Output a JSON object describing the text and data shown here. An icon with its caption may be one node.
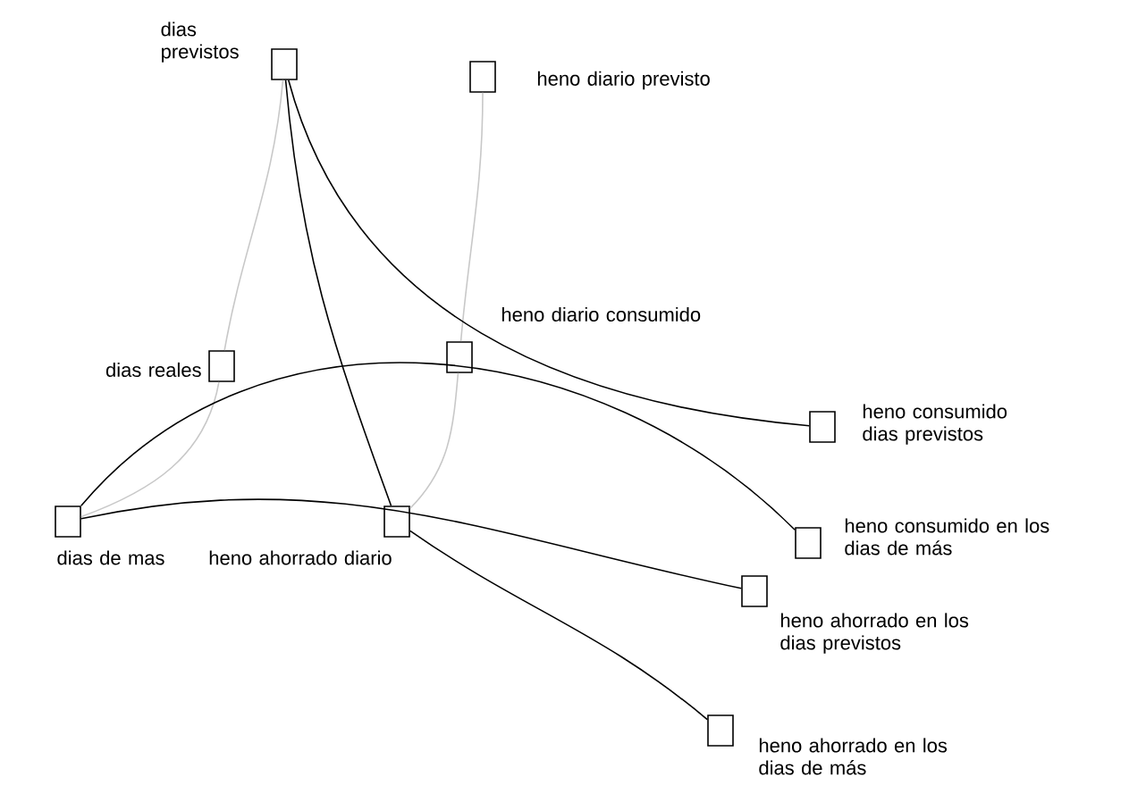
{
  "diagram": {
    "nodes": [
      {
        "text": [
          "dias previstos"
        ]
      },
      {
        "text": [
          "heno diario previsto"
        ]
      },
      {
        "text": [
          "dias reales"
        ]
      },
      {
        "text": [
          "heno diario consumido"
        ]
      },
      {
        "text": [
          "dias de mas"
        ]
      },
      {
        "text": [
          "heno ahorrado diario"
        ]
      },
      {
        "text": [
          "heno consumido dias previstos"
        ]
      },
      {
        "text": [
          "heno consumido en los dias de más"
        ]
      },
      {
        "text": [
          "heno ahorrado en los dias previstos"
        ]
      },
      {
        "text": [
          "heno ahorrado en los dias de más"
        ]
      }
    ],
    "edges": [
      {
        "from": 0,
        "to": 2,
        "arrow": "none",
        "color": "#c8c8c8"
      },
      {
        "from": 2,
        "to": 4,
        "arrow": "none",
        "color": "#c8c8c8"
      },
      {
        "from": 1,
        "to": 3,
        "arrow": "none",
        "color": "#c8c8c8"
      },
      {
        "from": 3,
        "to": 5,
        "arrow": "none",
        "color": "#c8c8c8"
      },
      {
        "from": 0,
        "to": 5,
        "arrow": "none"
      },
      {
        "from": 0,
        "to": 6,
        "arrow": "none"
      },
      {
        "from": 4,
        "to": 7,
        "arrow": "none"
      },
      {
        "from": 4,
        "to": 8,
        "arrow": "none"
      },
      {
        "from": 5,
        "to": 9,
        "arrow": "none"
      }
    ]
  }
}
